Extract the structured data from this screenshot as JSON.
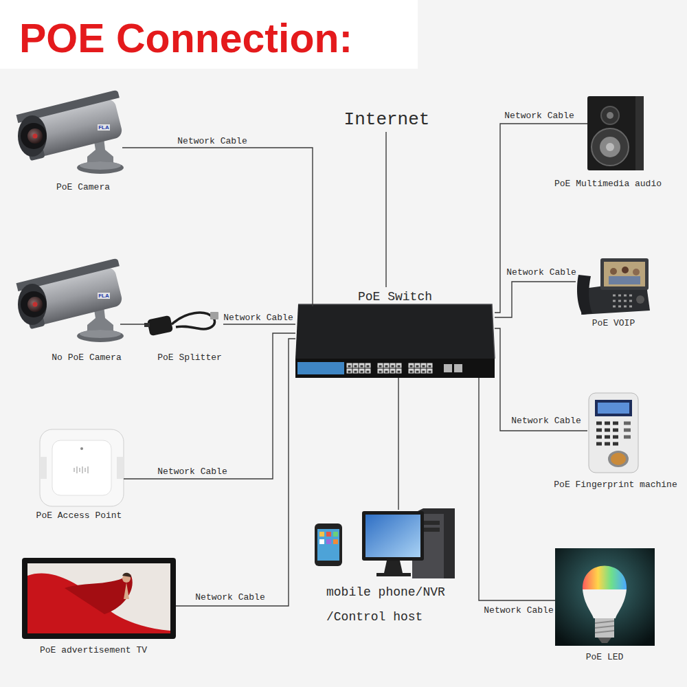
{
  "diagram": {
    "title": "POE Connection:",
    "nodes": [
      {
        "text": [
          "PoE Camera"
        ]
      },
      {
        "text": [
          "Internet"
        ]
      },
      {
        "text": [
          "PoE Multimedia audio"
        ]
      },
      {
        "text": [
          "PoE Switch"
        ]
      },
      {
        "text": [
          "PoE VOIP"
        ]
      },
      {
        "text": [
          "No PoE Camera"
        ]
      },
      {
        "text": [
          "PoE Splitter"
        ]
      },
      {
        "text": [
          "PoE Fingerprint machine"
        ]
      },
      {
        "text": [
          "PoE Access Point"
        ]
      },
      {
        "text": [
          "mobile phone/NVR /Control host"
        ]
      },
      {
        "text": [
          "PoE advertisement TV"
        ]
      },
      {
        "text": [
          "PoE LED"
        ]
      }
    ],
    "edges": [
      {
        "from": 0,
        "to": 3,
        "label": "Network Cable",
        "arrow": "none"
      },
      {
        "from": 1,
        "to": 3,
        "arrow": "none"
      },
      {
        "from": 2,
        "to": 3,
        "label": "Network Cable",
        "arrow": "none"
      },
      {
        "from": 4,
        "to": 3,
        "label": "Network Cable",
        "arrow": "none"
      },
      {
        "from": 5,
        "to": 6,
        "arrow": "none"
      },
      {
        "from": 6,
        "to": 3,
        "label": "Network Cable",
        "arrow": "none"
      },
      {
        "from": 7,
        "to": 3,
        "label": "Network Cable",
        "arrow": "none"
      },
      {
        "from": 8,
        "to": 3,
        "label": "Network Cable",
        "arrow": "none"
      },
      {
        "from": 9,
        "to": 3,
        "arrow": "none"
      },
      {
        "from": 10,
        "to": 3,
        "label": "Network Cable",
        "arrow": "none"
      },
      {
        "from": 11,
        "to": 3,
        "label": "Network Cable",
        "arrow": "none"
      }
    ],
    "labels": [
      "FLA",
      "FLA"
    ]
  }
}
